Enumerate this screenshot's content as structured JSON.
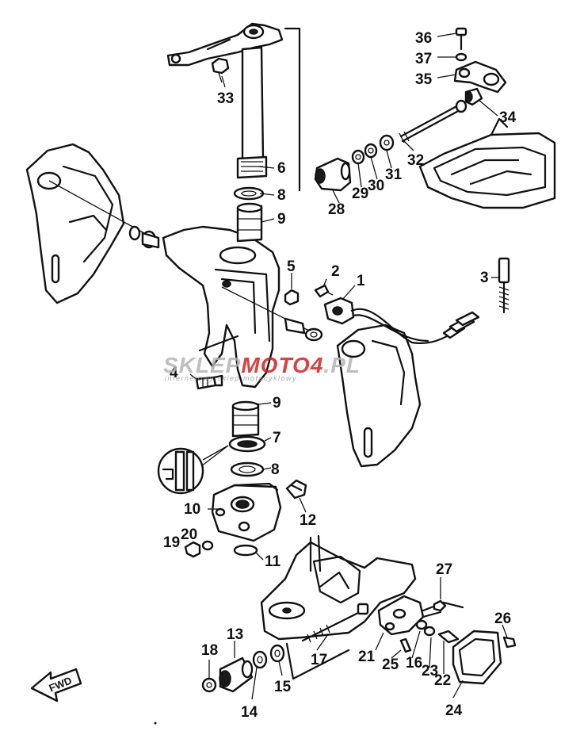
{
  "diagram": {
    "watermark": {
      "brand_left": "SKLEP",
      "brand_mid": "MOTO",
      "brand_num": "4",
      "brand_right": "PL",
      "tagline": "internetowy sklep motocyklowy",
      "color_grey": "#b4b4b4",
      "color_red": "#d42020"
    },
    "direction_label": "FWD",
    "callouts": [
      "1",
      "2",
      "3",
      "4",
      "5",
      "6",
      "7",
      "8",
      "9",
      "10",
      "11",
      "12",
      "13",
      "14",
      "15",
      "16",
      "17",
      "18",
      "19",
      "20",
      "21",
      "22",
      "23",
      "24",
      "25",
      "26",
      "27",
      "28",
      "29",
      "30",
      "31",
      "32",
      "33",
      "34",
      "35",
      "36",
      "37"
    ],
    "duplicate_callouts": {
      "8b": "8",
      "9b": "9"
    }
  }
}
